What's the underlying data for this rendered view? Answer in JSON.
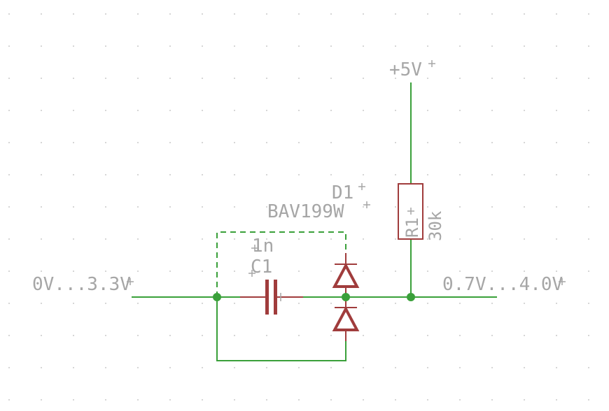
{
  "schematic": {
    "input_label": "0V...3.3V",
    "output_label": "0.7V...4.0V",
    "supply_label": "+5V",
    "capacitor": {
      "name": "C1",
      "value": "1n"
    },
    "diode": {
      "name": "D1",
      "value": "BAV199W"
    },
    "resistor": {
      "name": "R1",
      "value": "30k"
    }
  },
  "colors": {
    "wire": "#3aa03a",
    "junction": "#3aa03a",
    "part": "#a03c3c",
    "text": "#a6a6a6",
    "grid_dot": "#c9c9c9",
    "background": "#ffffff"
  }
}
